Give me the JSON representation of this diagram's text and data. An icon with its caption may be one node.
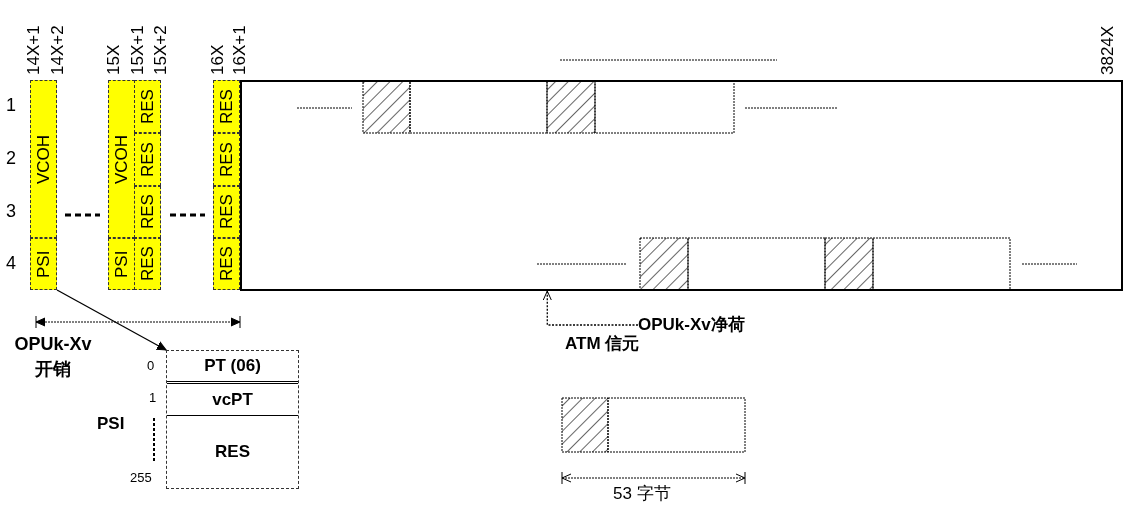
{
  "diagram": {
    "nodes": [
      {
        "text": [
          "VCOH"
        ]
      },
      {
        "text": [
          "PSI"
        ]
      },
      {
        "text": [
          "VCOH"
        ]
      },
      {
        "text": [
          "PSI"
        ]
      },
      {
        "text": [
          "RES"
        ]
      },
      {
        "text": [
          "RES"
        ]
      },
      {
        "text": [
          "RES"
        ]
      },
      {
        "text": [
          "RES"
        ]
      },
      {
        "text": [
          "RES"
        ]
      },
      {
        "text": [
          "RES"
        ]
      },
      {
        "text": [
          "RES"
        ]
      },
      {
        "text": [
          "RES"
        ]
      },
      {
        "text": [],
        "shape": "box"
      },
      {
        "text": [
          "OPUk-Xv净荷"
        ]
      },
      {
        "text": [
          "PSI"
        ]
      },
      {
        "text": [
          "PT (06)"
        ],
        "in": 14
      },
      {
        "text": [
          "vcPT"
        ],
        "in": 14
      },
      {
        "text": [
          "RES"
        ],
        "in": 14
      },
      {
        "text": [
          "ATM 信元"
        ]
      }
    ],
    "edges": [
      {
        "from": 1,
        "to": 14,
        "arrow": "to"
      },
      {
        "from": 13,
        "to": 12,
        "arrow": "to",
        "style": "dashed"
      }
    ],
    "labels": [
      "14X+1",
      "14X+2",
      "15X",
      "15X+1",
      "15X+2",
      "16X",
      "16X+1",
      "3824X",
      "1",
      "2",
      "3",
      "4",
      "OPUk-Xv 开销",
      "0",
      "1",
      "255",
      "53 字节"
    ]
  }
}
